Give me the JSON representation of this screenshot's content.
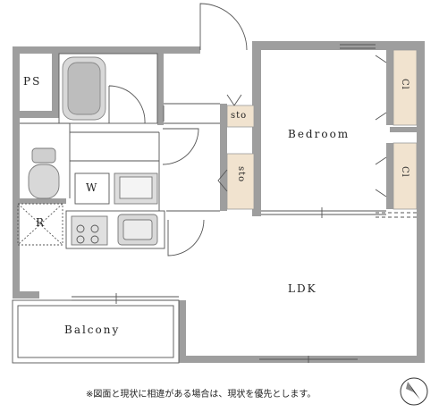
{
  "rooms": {
    "ps": "PS",
    "bedroom": "Bedroom",
    "sto_upper": "sto",
    "sto_lower": "sto",
    "cl_upper": "Cl",
    "cl_lower": "Cl",
    "washer": "W",
    "refrigerator": "R",
    "ldk": "LDK",
    "balcony": "Balcony"
  },
  "note": "※図面と現状に相違がある場合は、現状を優先とします。",
  "colors": {
    "wall": "#9e9e9e",
    "closet_fill": "#f1e3cf",
    "line": "#555555"
  },
  "icons": [
    "compass-north-icon",
    "toilet-icon",
    "bathtub-icon",
    "stove-icon",
    "sink-icon",
    "washbasin-icon"
  ]
}
